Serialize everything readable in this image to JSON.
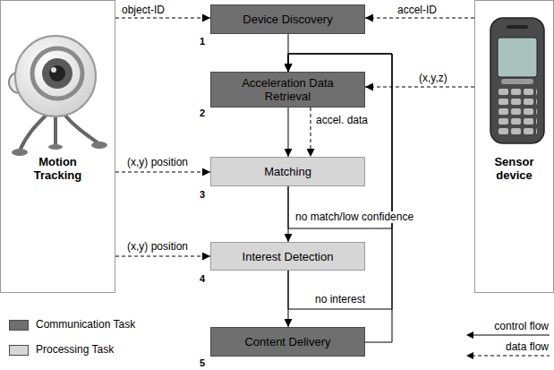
{
  "diagram": {
    "nodes": [
      {
        "text": [
          "Motion Tracking"
        ]
      },
      {
        "text": [
          "Device Discovery"
        ]
      },
      {
        "text": [
          "Acceleration Data Retrieval"
        ]
      },
      {
        "text": [
          "Matching"
        ]
      },
      {
        "text": [
          "Interest Detection"
        ]
      },
      {
        "text": [
          "Content Delivery"
        ]
      },
      {
        "text": [
          "Sensor device"
        ]
      }
    ],
    "edges": [
      {
        "from": 0,
        "to": 1,
        "label": "object-ID",
        "arrow": "to"
      },
      {
        "from": 6,
        "to": 1,
        "label": "accel-ID",
        "arrow": "to"
      },
      {
        "from": 1,
        "to": 2,
        "arrow": "to"
      },
      {
        "from": 6,
        "to": 2,
        "label": "(x,y,z)",
        "arrow": "to"
      },
      {
        "from": 2,
        "to": 3,
        "arrow": "to"
      },
      {
        "from": 2,
        "to": 3,
        "label": "accel. data",
        "arrow": "to"
      },
      {
        "from": 0,
        "to": 3,
        "label": "(x,y) position",
        "arrow": "to"
      },
      {
        "from": 3,
        "to": 4,
        "arrow": "to"
      },
      {
        "from": 3,
        "to": 2,
        "label": "no match/low confidence",
        "arrow": "to"
      },
      {
        "from": 0,
        "to": 4,
        "label": "(x,y) position",
        "arrow": "to"
      },
      {
        "from": 4,
        "to": 5,
        "arrow": "to"
      },
      {
        "from": 4,
        "to": 2,
        "label": "no interest",
        "arrow": "to"
      },
      {
        "from": 5,
        "to": 2,
        "arrow": "to"
      }
    ],
    "labels": [
      "1",
      "2",
      "3",
      "4",
      "5"
    ],
    "legend": [
      {
        "text": "Communication Task",
        "color": "#6f6f6f"
      },
      {
        "text": "Processing Task",
        "color": "#d6d6d6"
      },
      {
        "text": "control flow"
      },
      {
        "text": "data flow"
      }
    ]
  }
}
